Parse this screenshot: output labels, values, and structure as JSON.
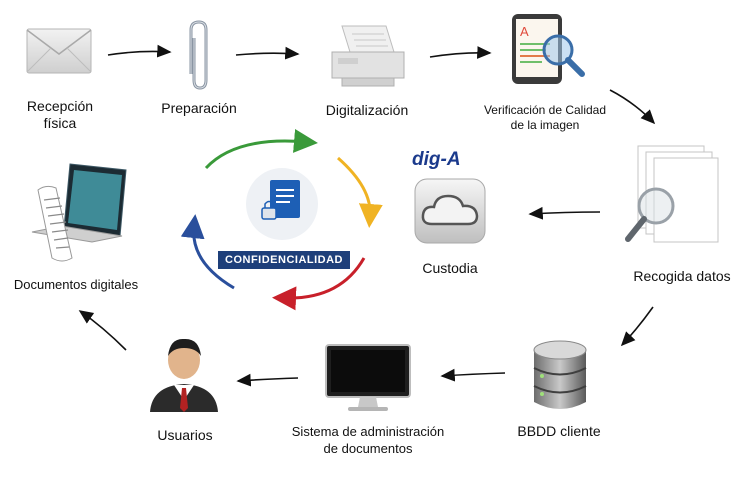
{
  "nodes": {
    "reception_line1": "Recepción",
    "reception_line2": "física",
    "preparation": "Preparación",
    "digitization": "Digitalización",
    "quality_line1": "Verificación de Calidad",
    "quality_line2": "de la imagen",
    "data_collection": "Recogida datos",
    "client_db": "BBDD cliente",
    "dms_line1": "Sistema de administración",
    "dms_line2": "de documentos",
    "users": "Usuarios",
    "digital_docs": "Documentos digitales",
    "custody": "Custodia"
  },
  "brand": {
    "logo_text": "dig-A"
  },
  "center": {
    "badge": "CONFIDENCIALIDAD"
  },
  "colors": {
    "arrow": "#111111",
    "cycle_green": "#3a9a3a",
    "cycle_yellow": "#f0b323",
    "cycle_red": "#c8202a",
    "cycle_blue": "#2a4f9c",
    "badge_bg": "#1e3f7a",
    "doc_blue": "#1d5fb5"
  }
}
